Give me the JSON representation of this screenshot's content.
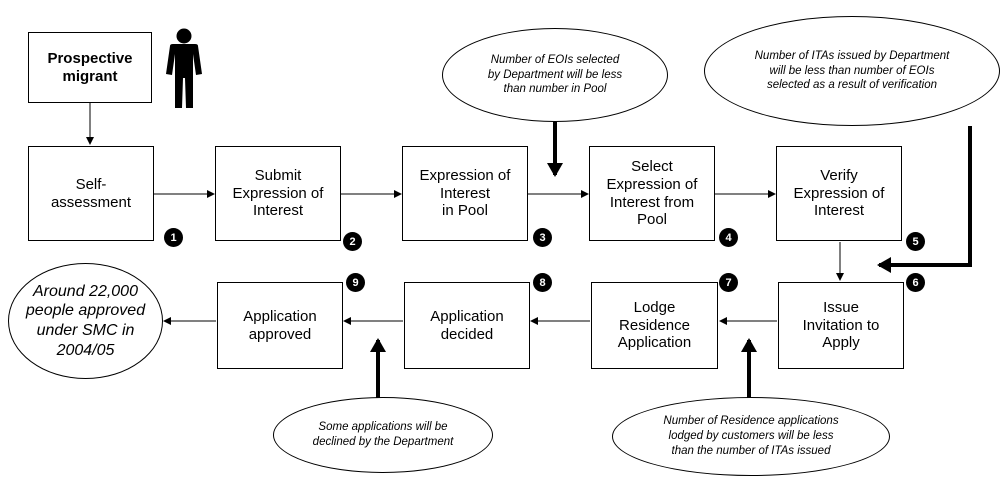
{
  "start": {
    "label": "Prospective\nmigrant",
    "icon": "person-icon"
  },
  "steps": [
    {
      "num": "1",
      "label": "Self-\nassessment"
    },
    {
      "num": "2",
      "label": "Submit\nExpression of\nInterest"
    },
    {
      "num": "3",
      "label": "Expression of\nInterest\nin Pool"
    },
    {
      "num": "4",
      "label": "Select\nExpression of\nInterest from\nPool"
    },
    {
      "num": "5",
      "label": "Verify\nExpression of\nInterest"
    },
    {
      "num": "6",
      "label": "Issue\nInvitation to\nApply"
    },
    {
      "num": "7",
      "label": "Lodge\nResidence\nApplication"
    },
    {
      "num": "8",
      "label": "Application\ndecided"
    },
    {
      "num": "9",
      "label": "Application\napproved"
    }
  ],
  "notes": [
    {
      "id": "eoi-selected",
      "text": "Number of EOIs selected\nby Department will be less\nthan number in Pool"
    },
    {
      "id": "itas-issued",
      "text": "Number of ITAs issued by Department\nwill be less than number of EOIs\nselected as a result of verification"
    },
    {
      "id": "applications-declined",
      "text": "Some applications will be\ndeclined by the Department"
    },
    {
      "id": "residence-applications",
      "text": "Number of Residence applications\nlodged by customers will be less\nthan the number of ITAs issued"
    }
  ],
  "outcome": {
    "text": "Around 22,000\npeople approved\nunder SMC in\n2004/05"
  }
}
